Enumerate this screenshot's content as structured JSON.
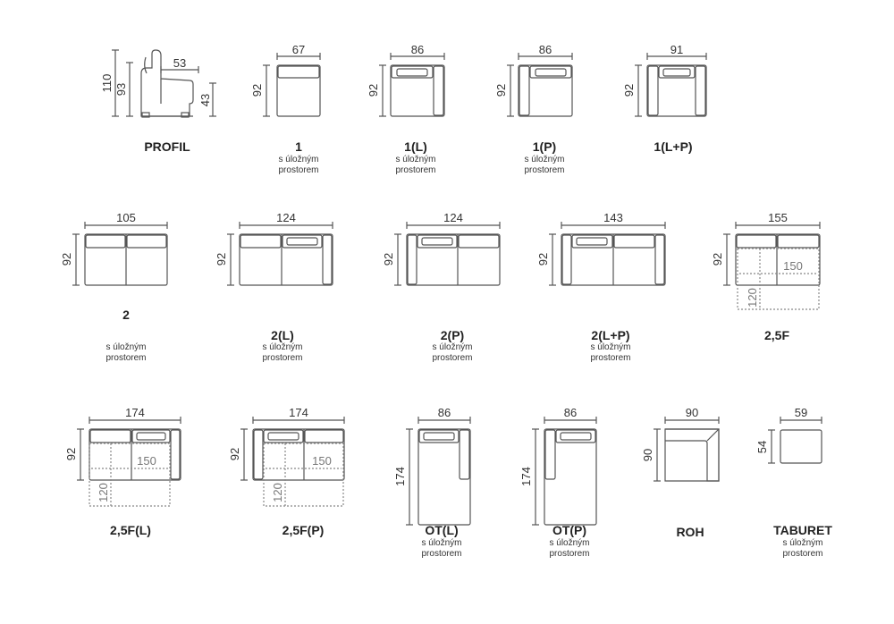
{
  "storage_text": {
    "line1": "s úložným",
    "line2": "prostorem"
  },
  "profil": {
    "label": "PROFIL",
    "dims": {
      "total_height": "110",
      "seat_back_height": "93",
      "depth": "53",
      "seat_height": "43"
    }
  },
  "modules": [
    {
      "id": "m1",
      "label": "1",
      "storage": true,
      "width": "67",
      "depth": "92"
    },
    {
      "id": "m1l",
      "label": "1(L)",
      "storage": true,
      "width": "86",
      "depth": "92"
    },
    {
      "id": "m1p",
      "label": "1(P)",
      "storage": true,
      "width": "86",
      "depth": "92"
    },
    {
      "id": "m1lp",
      "label": "1(L+P)",
      "storage": false,
      "width": "91",
      "depth": "92"
    },
    {
      "id": "m2",
      "label": "2",
      "storage": true,
      "width": "105",
      "depth": "92"
    },
    {
      "id": "m2l",
      "label": "2(L)",
      "storage": true,
      "width": "124",
      "depth": "92"
    },
    {
      "id": "m2p",
      "label": "2(P)",
      "storage": true,
      "width": "124",
      "depth": "92"
    },
    {
      "id": "m2lp",
      "label": "2(L+P)",
      "storage": true,
      "width": "143",
      "depth": "92"
    },
    {
      "id": "m25f",
      "label": "2,5F",
      "storage": false,
      "width": "155",
      "depth": "92",
      "bed_length": "150",
      "bed_ext": "120"
    },
    {
      "id": "m25fl",
      "label": "2,5F(L)",
      "storage": false,
      "width": "174",
      "depth": "92",
      "bed_length": "150",
      "bed_ext": "120"
    },
    {
      "id": "m25fp",
      "label": "2,5F(P)",
      "storage": false,
      "width": "174",
      "depth": "92",
      "bed_length": "150",
      "bed_ext": "120"
    },
    {
      "id": "otl",
      "label": "OT(L)",
      "storage": true,
      "width": "86",
      "depth": "174"
    },
    {
      "id": "otp",
      "label": "OT(P)",
      "storage": true,
      "width": "86",
      "depth": "174"
    },
    {
      "id": "roh",
      "label": "ROH",
      "storage": false,
      "width": "90",
      "depth": "90"
    },
    {
      "id": "taburet",
      "label": "TABURET",
      "storage": true,
      "width": "59",
      "depth": "54"
    }
  ],
  "colors": {
    "line": "#555555",
    "dotted": "#888888",
    "text": "#222222"
  }
}
